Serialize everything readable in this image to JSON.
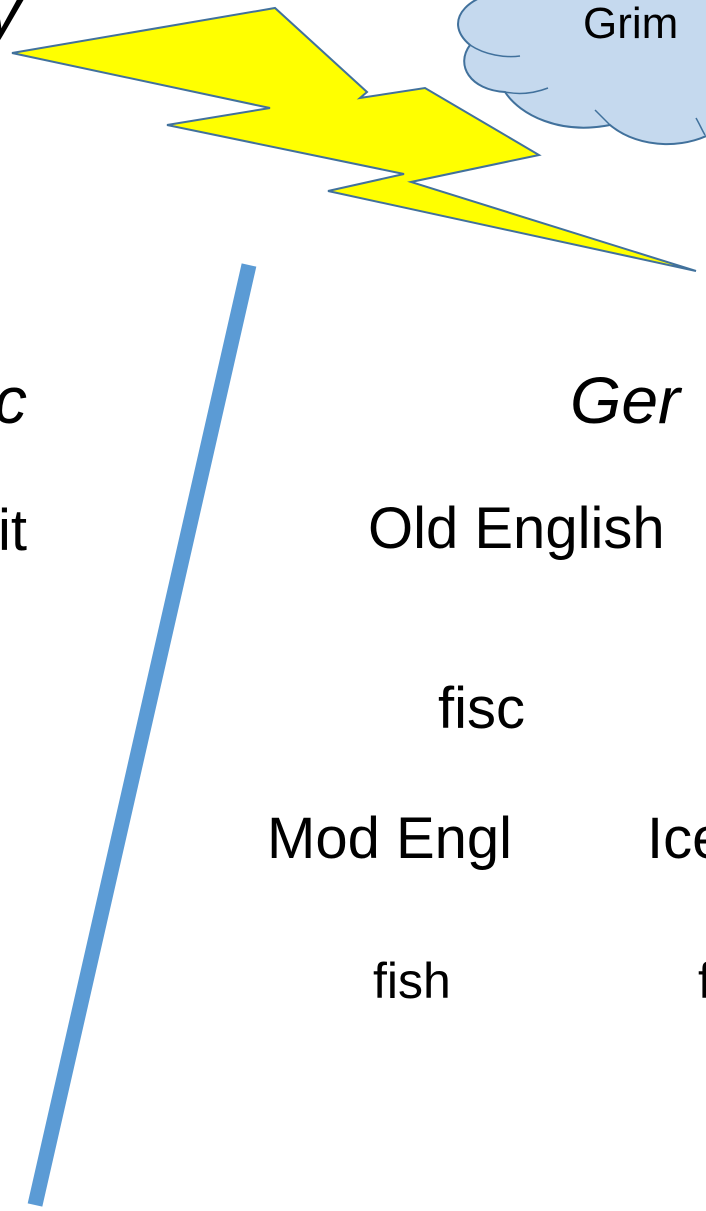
{
  "top_left_fragment": "y",
  "cloud_text": "Grim",
  "left_column": {
    "heading_fragment": "c",
    "word_fragment": "it"
  },
  "right_column": {
    "heading_fragment": "Ger",
    "old_english_label": "Old English",
    "old_english_word": "fisc",
    "mod_english_label": "Mod Engl",
    "icelandic_fragment": "Ice",
    "mod_english_word": "fish",
    "icelandic_word_fragment": "f"
  },
  "colors": {
    "lightning_fill": "#ffff00",
    "lightning_stroke": "#41719c",
    "cloud_fill": "#c5d9ee",
    "cloud_stroke": "#41719c",
    "divider": "#5b9bd5"
  }
}
